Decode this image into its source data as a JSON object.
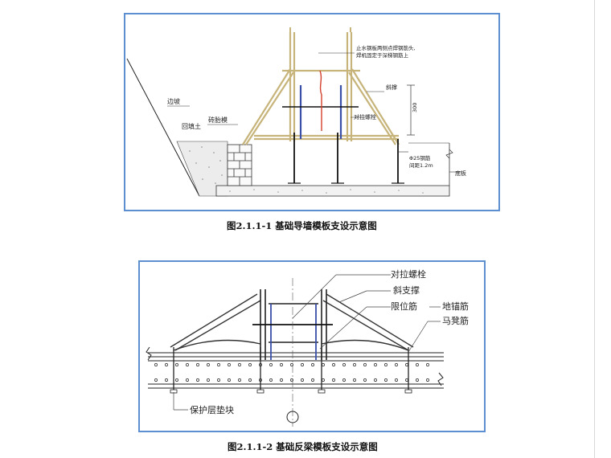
{
  "figure1": {
    "caption": "图2.1.1-1 基础导墙模板支设示意图",
    "labels": {
      "slope": "边坡",
      "backfill": "回填土",
      "brick_mold": "砖胎模",
      "note_line1": "止水钢板两侧点焊钢筋头,",
      "note_line2": "焊机固定于深梯钢筋上",
      "brace": "斜撑",
      "tie_bolt": "对拉螺栓",
      "dim": "300",
      "rebar_line1": "Φ25钢筋",
      "rebar_line2": "间距1.2m",
      "base_slab": "底板"
    }
  },
  "figure2": {
    "caption": "图2.1.1-2 基础反梁模板支设示意图",
    "labels": {
      "tie_bolt": "对拉螺栓",
      "diagonal_brace": "斜支撑",
      "limit_bar": "限位筋",
      "anchor_bar": "地锚筋",
      "horse_bar": "马凳筋",
      "cover_block": "保护层垫块"
    }
  }
}
